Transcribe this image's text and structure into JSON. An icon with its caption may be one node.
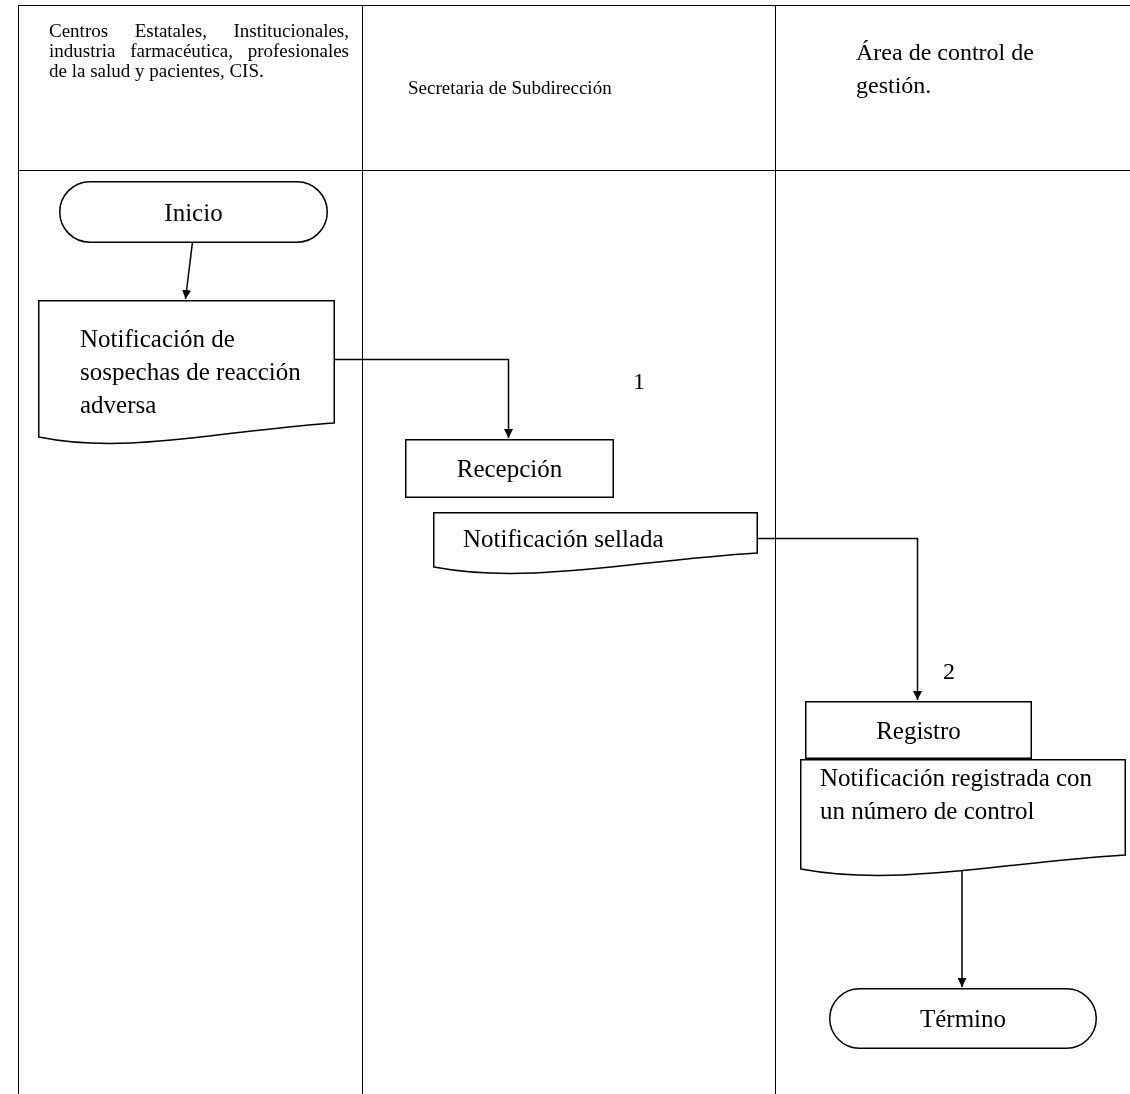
{
  "diagram": {
    "nodes": [
      {
        "text": [
          "Centros Estatales, Institucionales, industria farmacéutica, profesionales de la salud y pacientes, CIS."
        ]
      },
      {
        "text": [
          "Secretaria de Subdirección"
        ]
      },
      {
        "text": [
          "Área de control de gestión."
        ]
      },
      {
        "text": [
          "Inicio"
        ],
        "in": 0
      },
      {
        "text": [
          "Notificación de sospechas de reacción adversa"
        ],
        "in": 0
      },
      {
        "text": [
          "Recepción"
        ],
        "in": 1
      },
      {
        "text": [
          "Notificación sellada"
        ],
        "in": 1
      },
      {
        "text": [
          "Registro"
        ],
        "in": 2
      },
      {
        "text": [
          "Notificación registrada con un número de control"
        ],
        "in": 2
      },
      {
        "text": [
          "Término"
        ],
        "in": 2
      }
    ],
    "edges": [
      {
        "from": 3,
        "to": 4,
        "arrow": "to"
      },
      {
        "from": 4,
        "to": 5,
        "arrow": "to"
      },
      {
        "from": 6,
        "to": 7,
        "arrow": "to"
      },
      {
        "from": 8,
        "to": 9,
        "arrow": "to"
      }
    ],
    "labels": [
      "1",
      "2"
    ]
  }
}
